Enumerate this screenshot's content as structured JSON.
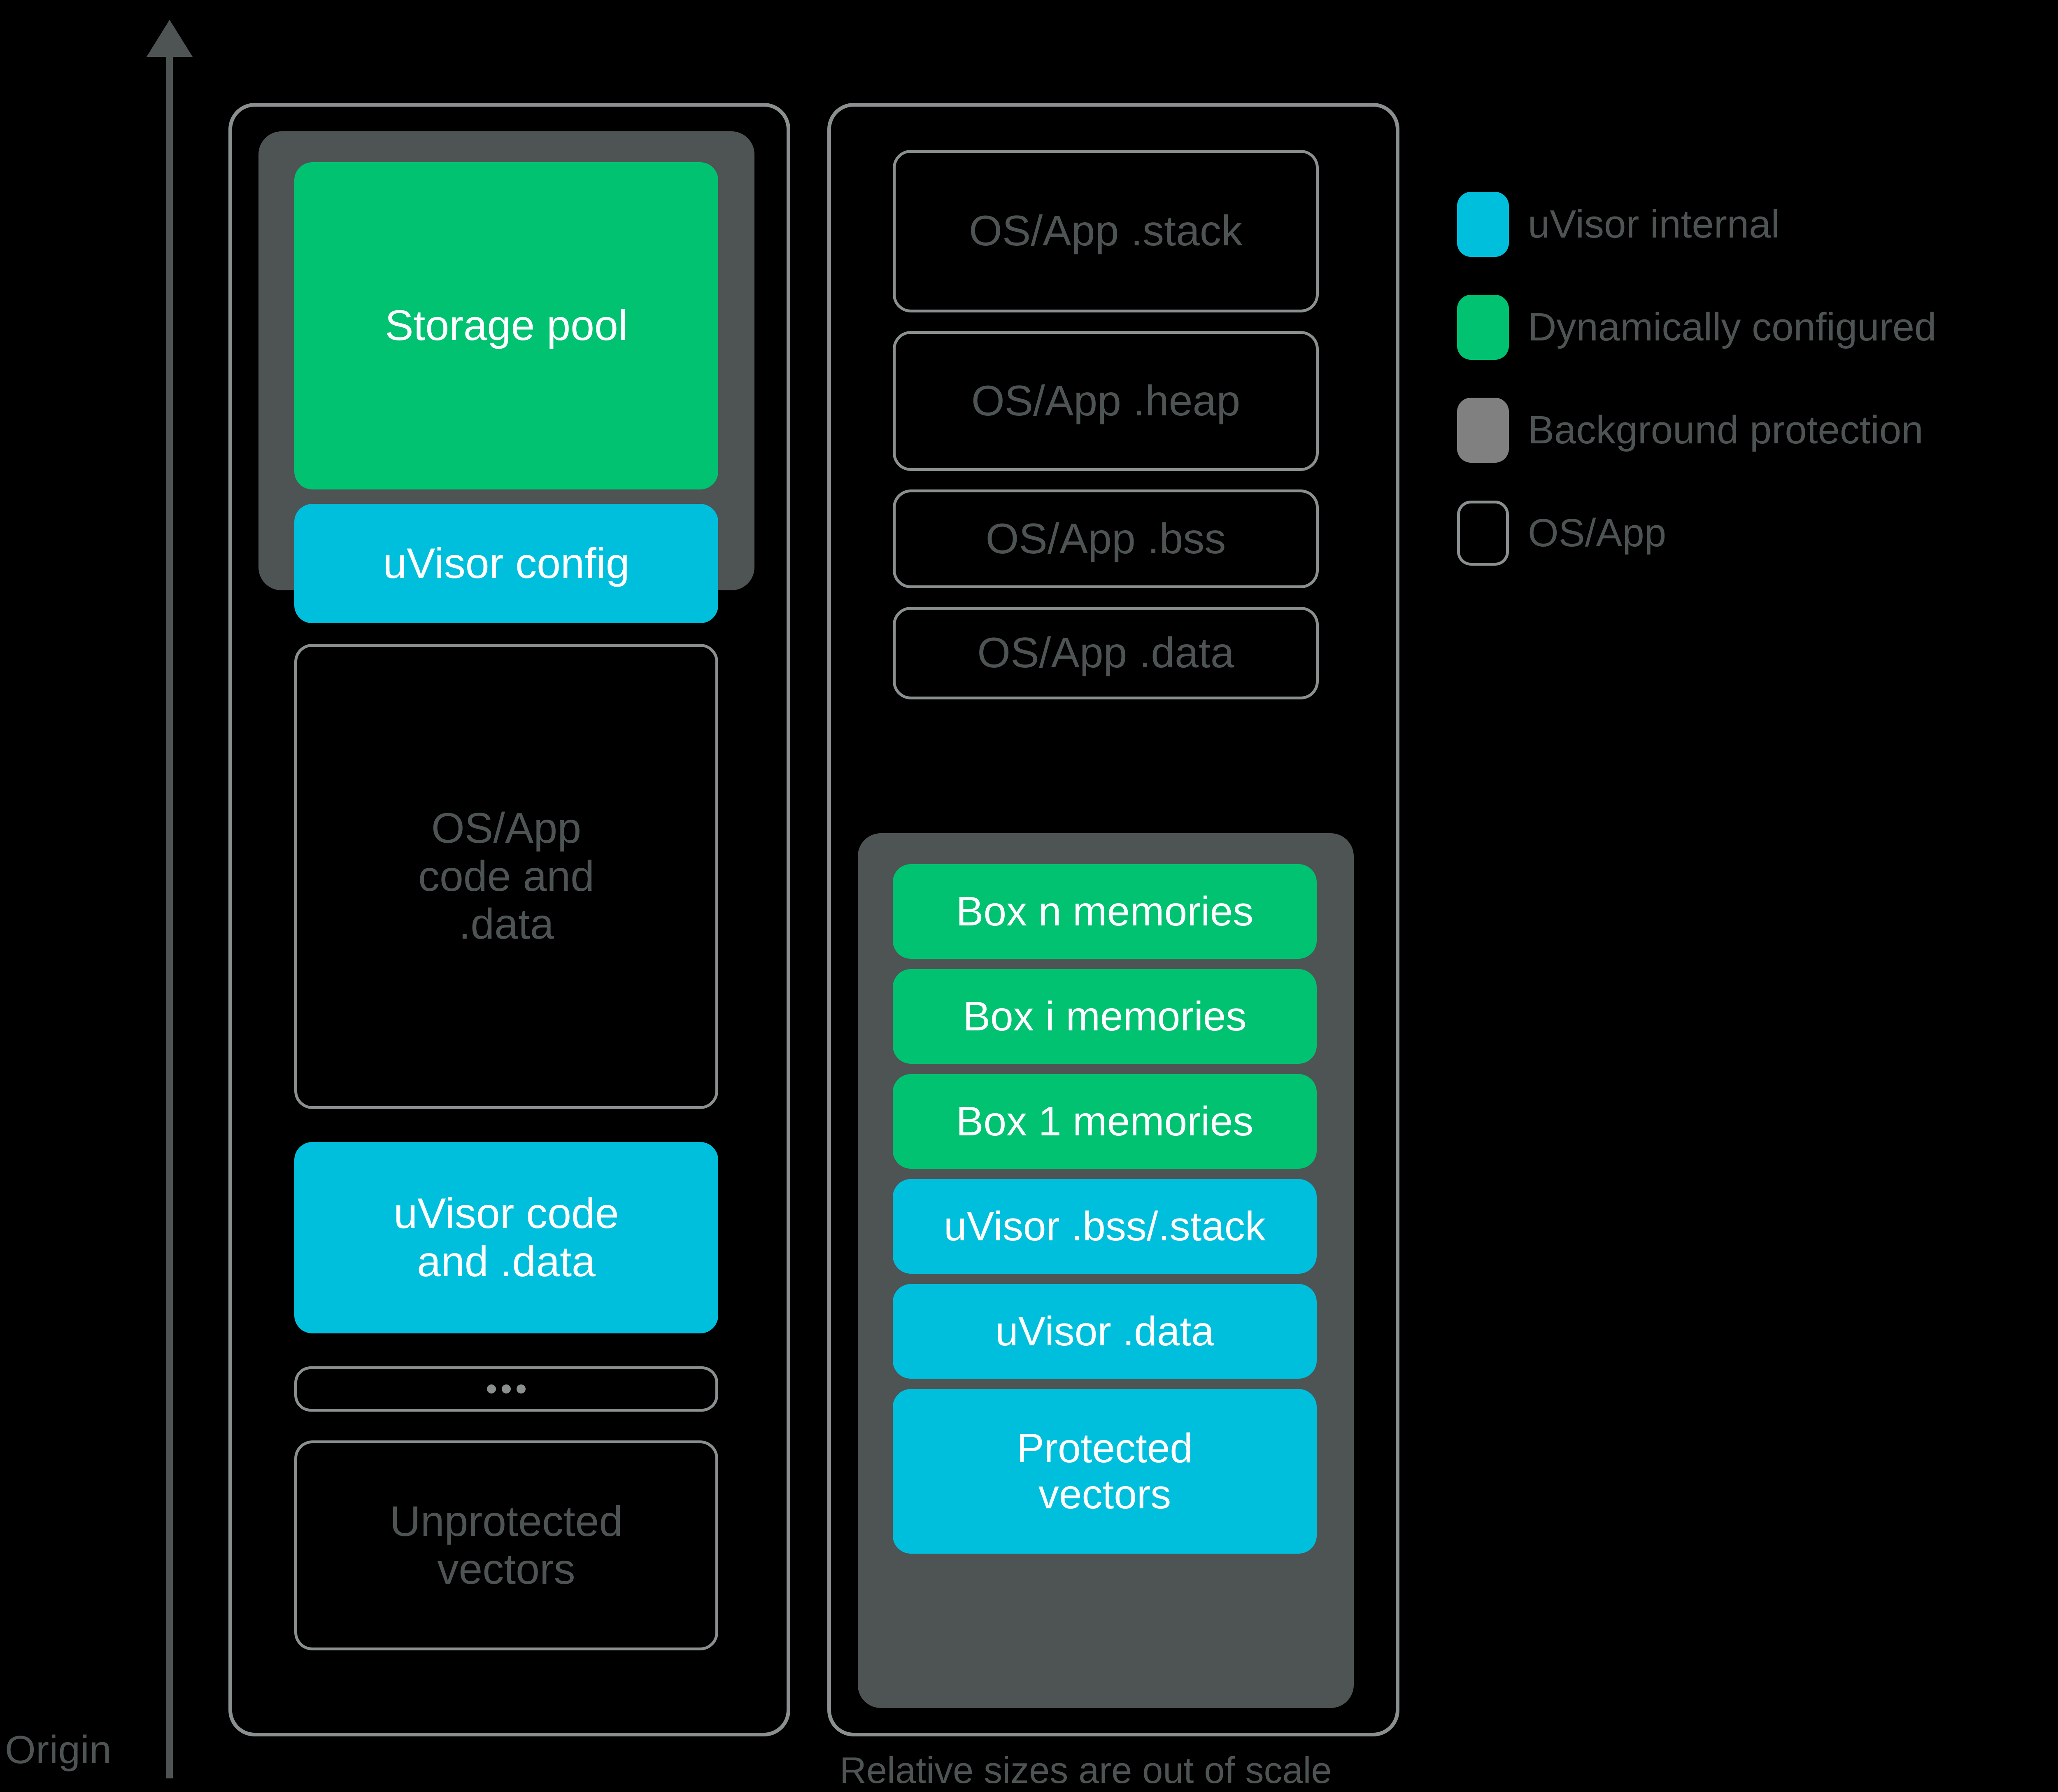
{
  "diagram": {
    "axis": {
      "origin_label": "Origin",
      "arrow_direction": "up"
    },
    "caption": "Relative sizes are out of scale",
    "colors": {
      "background": "#000000",
      "uvisor_internal": "#00bfdd",
      "dynamically_configured": "#00c271",
      "background_protection": "#4e5354",
      "legend_background_protection": "#808080",
      "osapp_border": "#8a8f90",
      "osapp_text": "#4e5354",
      "block_text": "#ffffff"
    },
    "columns": [
      {
        "name": "left-memory-column",
        "groups": [
          {
            "type": "background-protection",
            "name": "storage-protection-group",
            "blocks": [
              {
                "label": "Storage pool",
                "kind": "dynamically-configured"
              },
              {
                "label": "uVisor config",
                "kind": "uvisor-internal"
              }
            ]
          },
          {
            "type": "plain",
            "blocks": [
              {
                "label": "OS/App\ncode and\n.data",
                "kind": "osapp"
              },
              {
                "label": "uVisor code\nand .data",
                "kind": "uvisor-internal"
              },
              {
                "label": "•••",
                "kind": "ellipsis"
              },
              {
                "label": "Unprotected\nvectors",
                "kind": "osapp"
              }
            ]
          }
        ]
      },
      {
        "name": "right-memory-column",
        "groups": [
          {
            "type": "plain",
            "blocks": [
              {
                "label": "OS/App .stack",
                "kind": "osapp"
              },
              {
                "label": "OS/App .heap",
                "kind": "osapp"
              },
              {
                "label": "OS/App .bss",
                "kind": "osapp"
              },
              {
                "label": "OS/App .data",
                "kind": "osapp"
              }
            ]
          },
          {
            "type": "background-protection",
            "name": "boxes-protection-group",
            "blocks": [
              {
                "label": "Box n memories",
                "kind": "dynamically-configured"
              },
              {
                "label": "Box i memories",
                "kind": "dynamically-configured"
              },
              {
                "label": "Box 1 memories",
                "kind": "dynamically-configured"
              },
              {
                "label": "uVisor .bss/.stack",
                "kind": "uvisor-internal"
              },
              {
                "label": "uVisor .data",
                "kind": "uvisor-internal"
              },
              {
                "label": "Protected\nvectors",
                "kind": "uvisor-internal"
              }
            ]
          }
        ]
      }
    ]
  },
  "legend": {
    "items": [
      {
        "swatch": "uvisor-internal",
        "label": "uVisor internal"
      },
      {
        "swatch": "dynamically-configured",
        "label": "Dynamically configured"
      },
      {
        "swatch": "background-protection",
        "label": "Background protection"
      },
      {
        "swatch": "osapp-outline",
        "label": "OS/App"
      }
    ]
  }
}
